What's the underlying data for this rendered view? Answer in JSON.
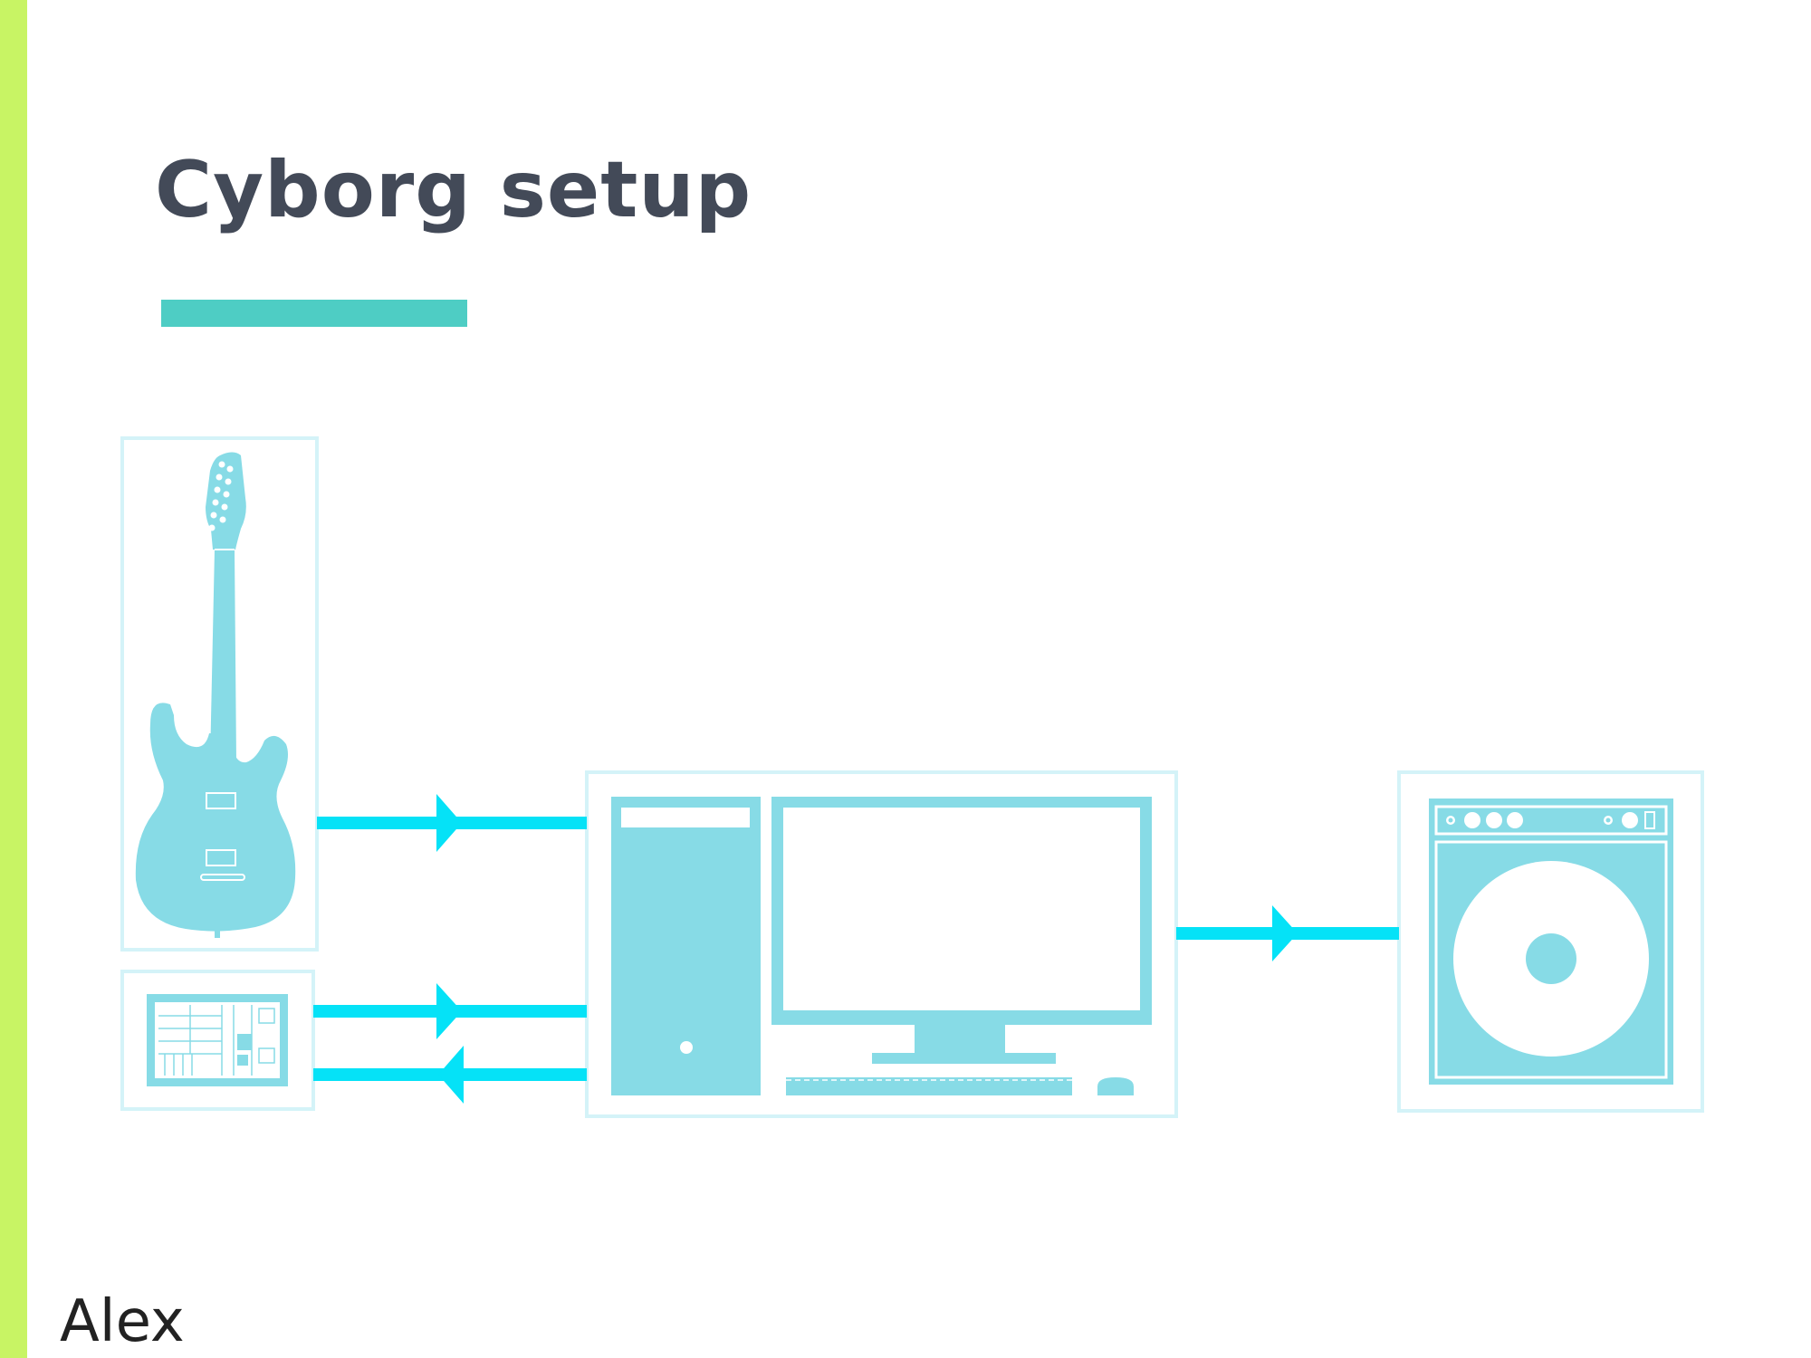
{
  "slide": {
    "title": "Cyborg setup",
    "author": "Alex"
  },
  "colors": {
    "accent_bar": "#c8f464",
    "title_text": "#434a58",
    "title_rule": "#4ecdc4",
    "device_fill": "#87dbe6",
    "frame_border": "#d4f3f8",
    "connection": "#05e2f7"
  },
  "devices": [
    {
      "id": "guitar",
      "icon": "electric-guitar-icon"
    },
    {
      "id": "tablet",
      "icon": "tablet-controller-icon"
    },
    {
      "id": "computer",
      "icon": "desktop-computer-icon"
    },
    {
      "id": "amplifier",
      "icon": "guitar-amplifier-icon"
    }
  ],
  "connections": [
    {
      "from": "guitar",
      "to": "computer",
      "direction": "forward"
    },
    {
      "from": "tablet",
      "to": "computer",
      "direction": "forward"
    },
    {
      "from": "computer",
      "to": "tablet",
      "direction": "reverse"
    },
    {
      "from": "computer",
      "to": "amplifier",
      "direction": "forward"
    }
  ]
}
